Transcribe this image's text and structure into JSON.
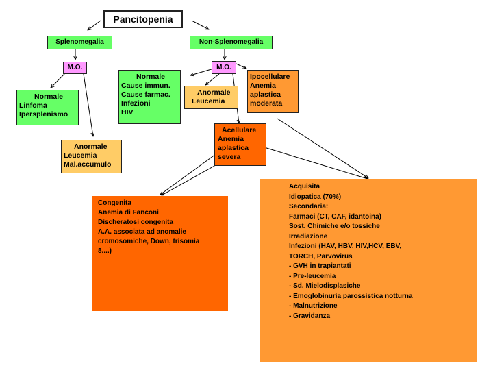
{
  "title": "Pancitopenia",
  "splenomegalia": {
    "label": "Splenomegalia",
    "mo": "M.O.",
    "normale": [
      "Normale",
      "Linfoma",
      "Ipersplenismo"
    ],
    "anormale": [
      "Anormale",
      "Leucemia",
      "Mal.accumulo"
    ]
  },
  "non_splenomegalia": {
    "label": "Non-Splenomegalia",
    "mo": "M.O.",
    "normale": [
      "Normale",
      "Cause immun.",
      "Cause farmac.",
      "Infezioni",
      "HIV"
    ],
    "anormale": [
      "Anormale",
      "Leucemia"
    ],
    "ipocellulare": [
      "Ipocellulare",
      "Anemia",
      "aplastica",
      "moderata"
    ],
    "acellulare": [
      "Acellulare",
      "Anemia",
      "aplastica",
      "severa"
    ]
  },
  "congenita": [
    "Congenita",
    "Anemia di Fanconi",
    "Discheratosi congenita",
    "A.A. associata ad anomalie",
    "cromosomiche, Down, trisomia",
    "8....)"
  ],
  "acquisita": [
    "Acquisita",
    "Idiopatica (70%)",
    "Secondaria:",
    "Farmaci (CT, CAF, idantoina)",
    "Sost. Chimiche e/o tossiche",
    "Irradiazione",
    "Infezioni (HAV, HBV, HIV,HCV, EBV,",
    "TORCH, Parvovirus",
    "- GVH in trapiantati",
    "- Pre-leucemia",
    "- Sd. Mielodisplasiche",
    "- Emoglobinuria parossistica notturna",
    "- Malnutrizione",
    "- Gravidanza"
  ],
  "colors": {
    "green": "#66ff66",
    "pink": "#ff99ff",
    "peach": "#ffcc66",
    "orange": "#ff9933",
    "red": "#ff6600"
  }
}
